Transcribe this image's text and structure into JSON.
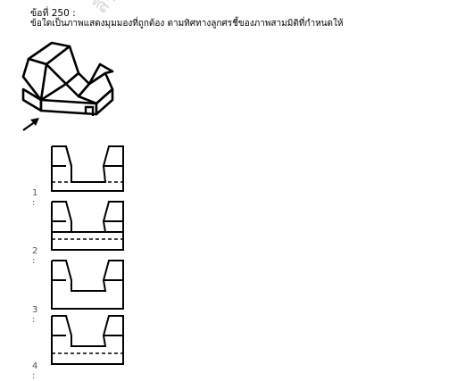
{
  "question": {
    "number_label": "ข้อที่ 250 :",
    "text": "ข้อใดเป็นภาพแสดงมุมมองที่ถูกต้อง ตามทิศทางลูกศรชี้ของภาพสามมิติที่กำหนดให้"
  },
  "watermark": "ลิขสิทธิ์",
  "choices": [
    {
      "label": "1 :"
    },
    {
      "label": "2 :"
    },
    {
      "label": "3 :"
    },
    {
      "label": "4 :"
    }
  ],
  "icons": {
    "isometric": "v-block-isometric-figure",
    "arrow": "view-direction-arrow-icon"
  }
}
